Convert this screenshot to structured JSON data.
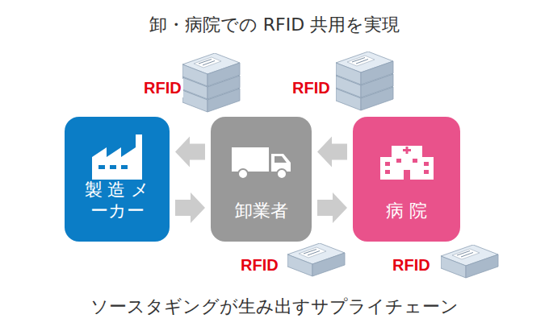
{
  "diagram": {
    "title": "卸・病院での RFID 共用を実現",
    "caption": "ソースタギングが生み出すサプライチェーン",
    "nodes": [
      {
        "text": [
          "製 造 メーカー"
        ]
      },
      {
        "text": [
          "卸業者"
        ]
      },
      {
        "text": [
          "病 院"
        ]
      }
    ],
    "edges": [
      {
        "from": 1,
        "to": 0,
        "arrow": "to"
      },
      {
        "from": 0,
        "to": 1,
        "arrow": "to"
      },
      {
        "from": 2,
        "to": 1,
        "arrow": "to"
      },
      {
        "from": 1,
        "to": 2,
        "arrow": "to"
      }
    ],
    "labels": [
      "RFID",
      "RFID",
      "RFID",
      "RFID"
    ]
  }
}
